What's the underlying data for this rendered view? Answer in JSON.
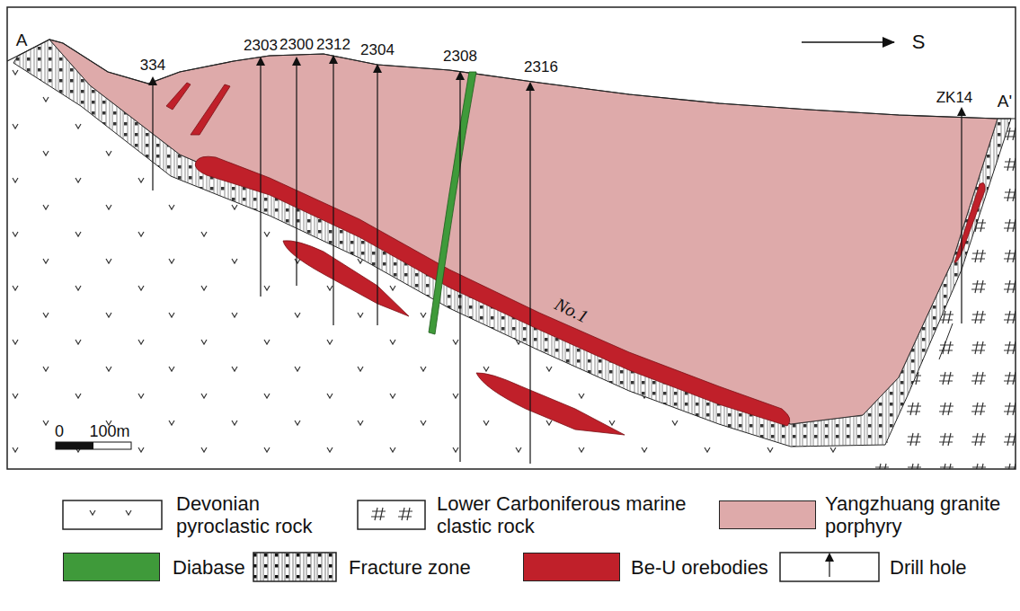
{
  "diagram": {
    "labels": [
      "A",
      "334",
      "2303",
      "2300",
      "2312",
      "2304",
      "2308",
      "2316",
      "S",
      "ZK14",
      "A'",
      "No.1",
      "0",
      "100m"
    ],
    "legend": [
      {
        "text": "Devonian pyroclastic rock"
      },
      {
        "text": "Lower Carboniferous marine clastic rock"
      },
      {
        "text": "Yangzhuang granite porphyry",
        "color": "#deaaaa"
      },
      {
        "text": "Diabase",
        "color": "#3f9a3a"
      },
      {
        "text": "Fracture zone"
      },
      {
        "text": "Be-U orebodies",
        "color": "#c0202a"
      },
      {
        "text": "Drill hole"
      }
    ]
  }
}
